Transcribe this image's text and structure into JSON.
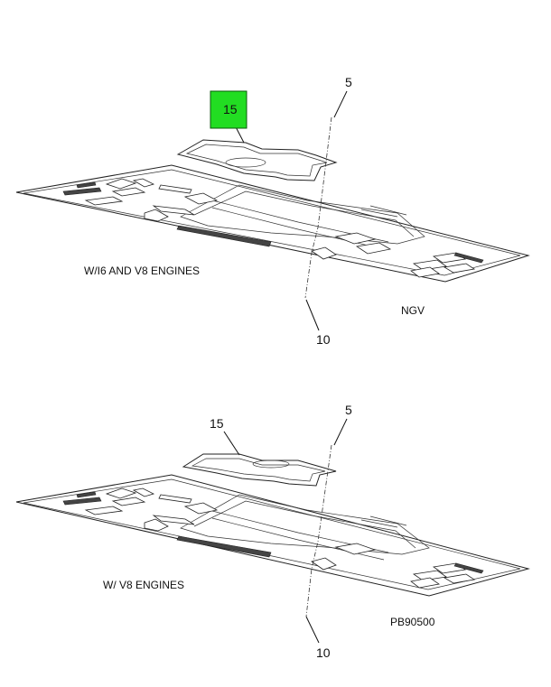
{
  "colors": {
    "highlight": "#22dd22",
    "line": "#222222",
    "background": "#ffffff"
  },
  "upper_view": {
    "callouts": {
      "gasket": "15",
      "cover": "5",
      "panel": "10"
    },
    "captions": {
      "engines": "W/I6 AND V8 ENGINES",
      "variant": "NGV"
    }
  },
  "lower_view": {
    "callouts": {
      "gasket": "15",
      "cover": "5",
      "panel": "10"
    },
    "captions": {
      "engines": "W/ V8 ENGINES",
      "drawing_number": "PB90500"
    }
  }
}
